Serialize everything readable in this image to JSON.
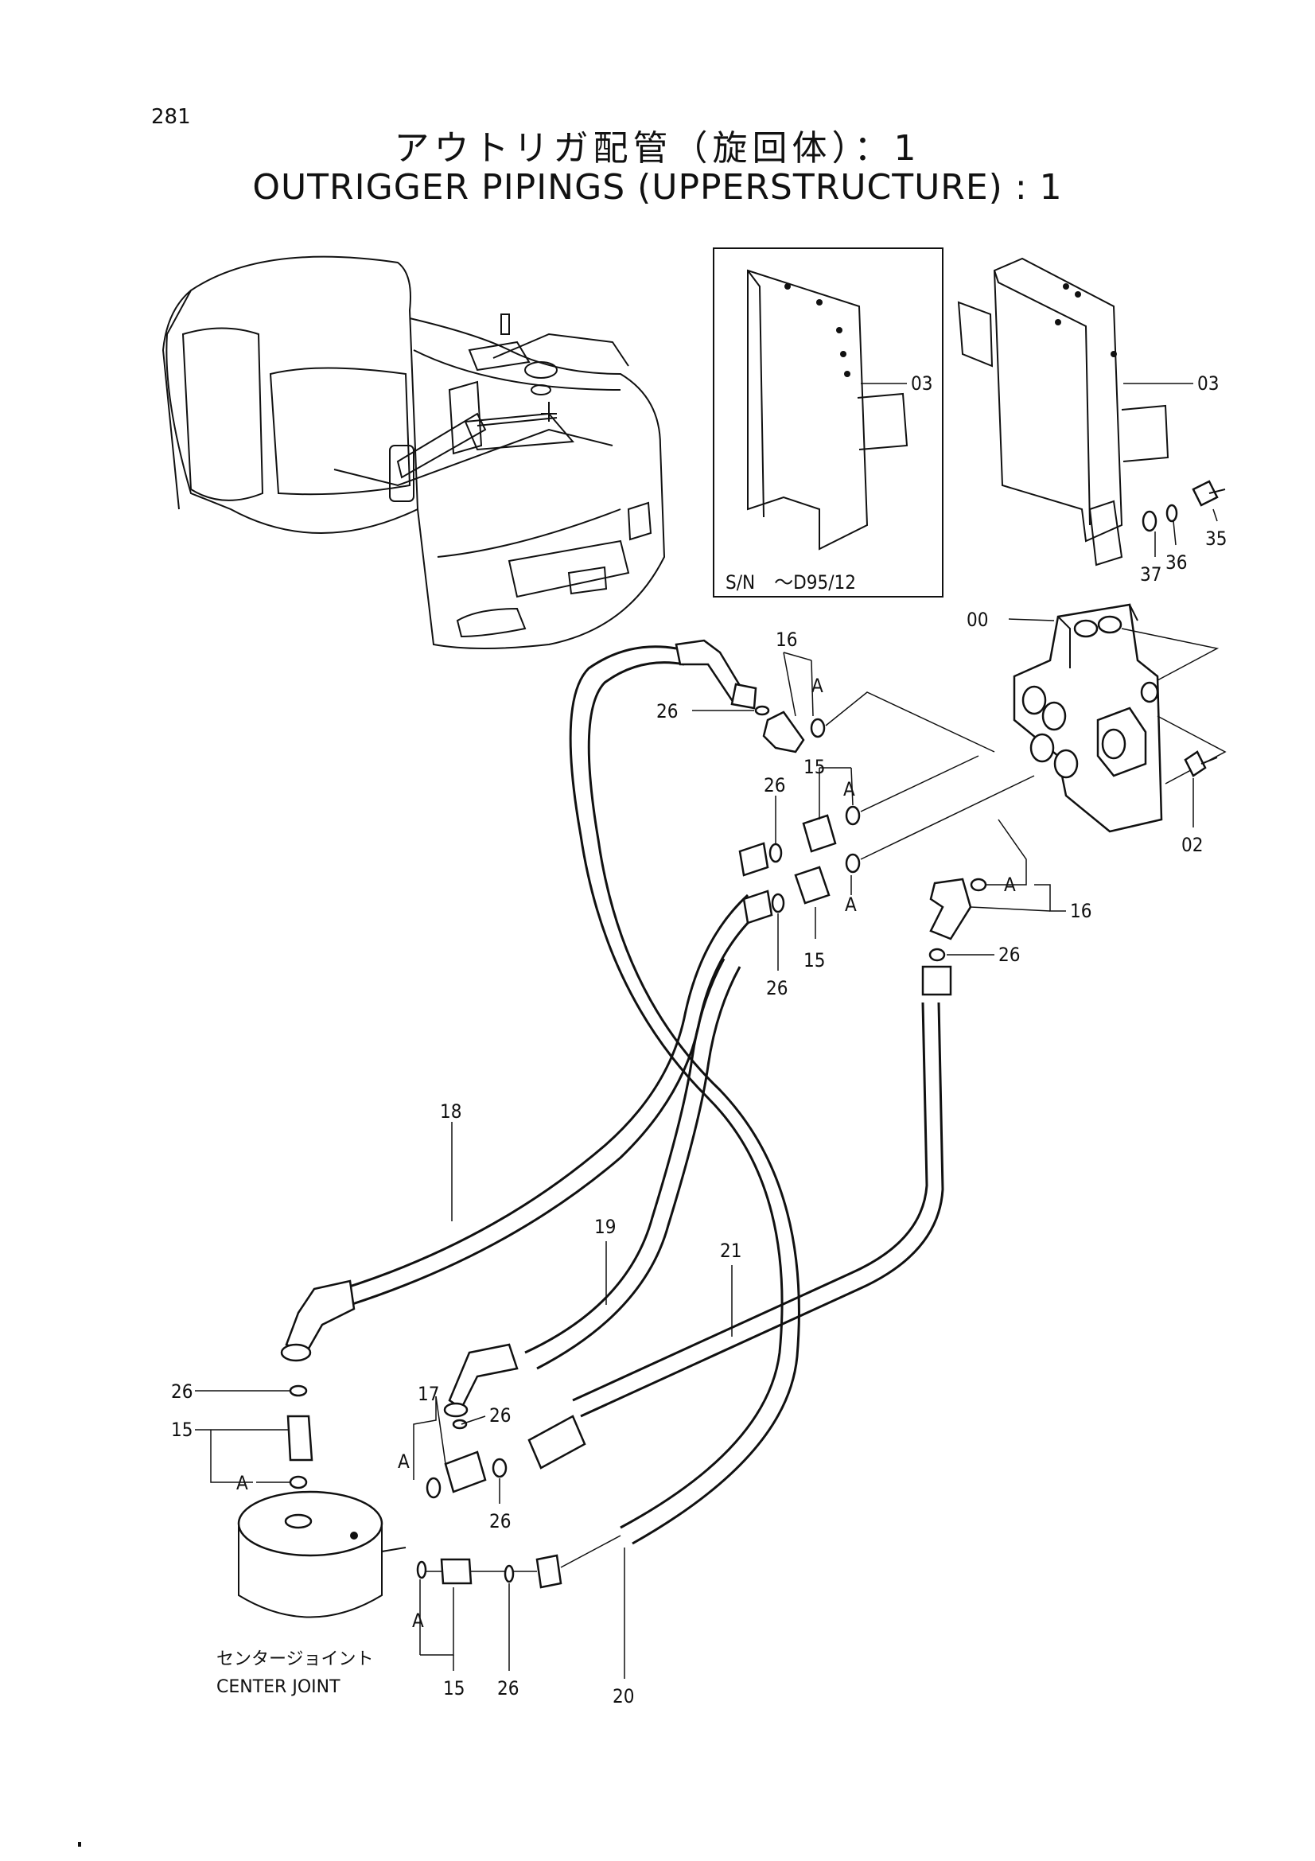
{
  "page_number": "281",
  "title_jp": "アウトリガ配管（旋回体）：1",
  "title_en": "OUTRIGGER PIPINGS (UPPERSTRUCTURE) : 1",
  "serial_note": "S/N　～D95/12",
  "callouts": {
    "p00": "00",
    "p02": "02",
    "p03a": "03",
    "p03b": "03",
    "p35": "35",
    "p36": "36",
    "p37": "37",
    "p16a": "16",
    "p16b": "16",
    "p15a": "15",
    "p15b": "15",
    "p15c": "15",
    "p15d": "15",
    "p26a": "26",
    "p26b": "26",
    "p26c": "26",
    "p26d": "26",
    "p26e": "26",
    "p26f": "26",
    "p26g": "26",
    "p26h": "26",
    "p17": "17",
    "p18": "18",
    "p19": "19",
    "p20": "20",
    "p21": "21",
    "a1": "A",
    "a2": "A",
    "a3": "A",
    "a4": "A",
    "a5": "A",
    "a6": "A",
    "a7": "A"
  },
  "center_joint_jp": "センタージョイント",
  "center_joint_en": "CENTER  JOINT"
}
